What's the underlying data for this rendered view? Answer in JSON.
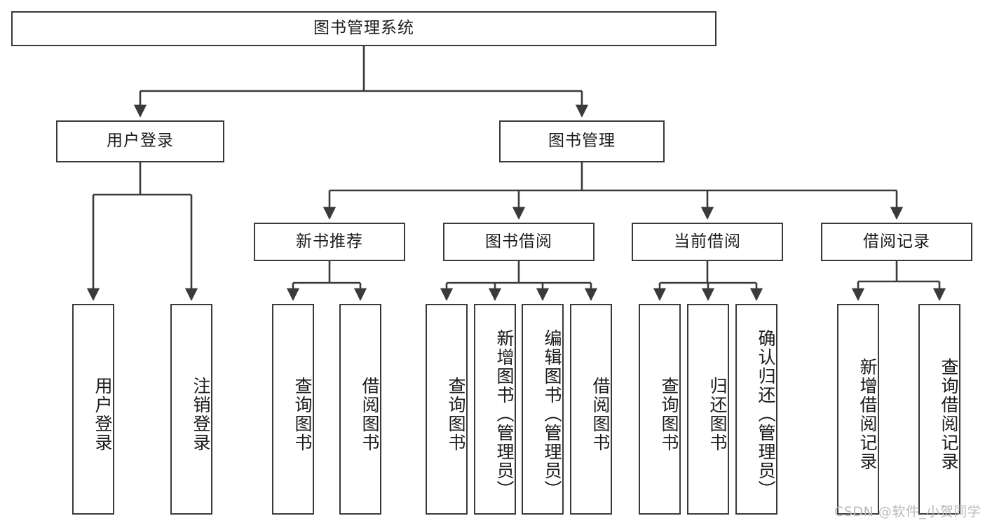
{
  "diagram": {
    "title": "图书管理系统",
    "type": "hierarchy-tree",
    "watermark": "CSDN @软件_小贺同学",
    "colors": {
      "stroke": "#3a3a3a",
      "fill": "#ffffff",
      "text": "#1b1b1b",
      "watermark": "#b9b9b9"
    },
    "nodes": {
      "root": {
        "label": "图书管理系统"
      },
      "level1": [
        {
          "id": "user-login",
          "label": "用户登录"
        },
        {
          "id": "book-manage",
          "label": "图书管理"
        }
      ],
      "level2": [
        {
          "id": "new-book-rec",
          "label": "新书推荐",
          "parent": "book-manage"
        },
        {
          "id": "book-borrow",
          "label": "图书借阅",
          "parent": "book-manage"
        },
        {
          "id": "current-borrow",
          "label": "当前借阅",
          "parent": "book-manage"
        },
        {
          "id": "borrow-record",
          "label": "借阅记录",
          "parent": "book-manage"
        }
      ],
      "leaves": [
        {
          "id": "leaf-user-login",
          "label": "用户登录",
          "parent": "user-login"
        },
        {
          "id": "leaf-logout",
          "label": "注销登录",
          "parent": "user-login"
        },
        {
          "id": "leaf-query-book-1",
          "label": "查询图书",
          "parent": "new-book-rec"
        },
        {
          "id": "leaf-borrow-book-1",
          "label": "借阅图书",
          "parent": "new-book-rec"
        },
        {
          "id": "leaf-query-book-2",
          "label": "查询图书",
          "parent": "book-borrow"
        },
        {
          "id": "leaf-add-book",
          "label": "新增图书（管理员）",
          "parent": "book-borrow"
        },
        {
          "id": "leaf-edit-book",
          "label": "编辑图书（管理员）",
          "parent": "book-borrow"
        },
        {
          "id": "leaf-borrow-book-2",
          "label": "借阅图书",
          "parent": "book-borrow"
        },
        {
          "id": "leaf-query-book-3",
          "label": "查询图书",
          "parent": "current-borrow"
        },
        {
          "id": "leaf-return-book",
          "label": "归还图书",
          "parent": "current-borrow"
        },
        {
          "id": "leaf-confirm-return",
          "label": "确认归还（管理员）",
          "parent": "current-borrow"
        },
        {
          "id": "leaf-add-record",
          "label": "新增借阅记录",
          "parent": "borrow-record"
        },
        {
          "id": "leaf-query-record",
          "label": "查询借阅记录",
          "parent": "borrow-record"
        }
      ]
    }
  }
}
